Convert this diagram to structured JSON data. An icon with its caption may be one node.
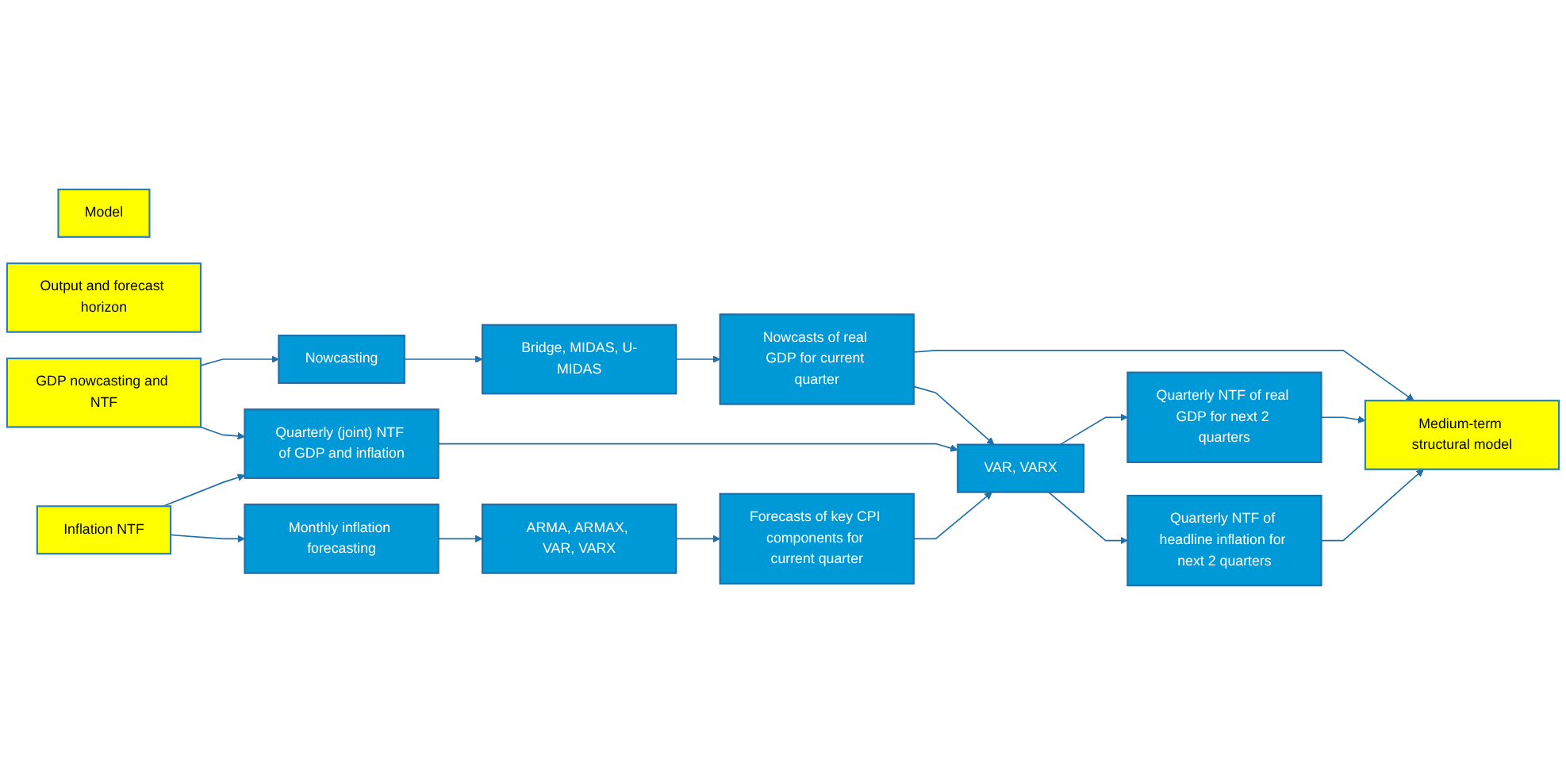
{
  "diagram": {
    "nodes": [
      {
        "text": [
          "Model"
        ]
      },
      {
        "text": [
          "Output and forecast horizon"
        ]
      },
      {
        "text": [
          "GDP nowcasting and NTF"
        ]
      },
      {
        "text": [
          "Inflation NTF"
        ]
      },
      {
        "text": [
          "Nowcasting"
        ]
      },
      {
        "text": [
          "Quarterly (joint) NTF of GDP and inflation"
        ]
      },
      {
        "text": [
          "Monthly inflation forecasting"
        ]
      },
      {
        "text": [
          "Bridge, MIDAS, U-MIDAS"
        ]
      },
      {
        "text": [
          "VAR, VARX"
        ]
      },
      {
        "text": [
          "ARMA, ARMAX, VAR, VARX"
        ]
      },
      {
        "text": [
          "Nowcasts of real GDP for current quarter"
        ]
      },
      {
        "text": [
          "Quarterly NTF of real GDP for next 2 quarters"
        ]
      },
      {
        "text": [
          "Quarterly NTF of headline inflation for next 2 quarters"
        ]
      },
      {
        "text": [
          "Forecasts of key CPI components for current quarter"
        ]
      },
      {
        "text": [
          "Medium-term structural model"
        ]
      }
    ],
    "edges": [
      {
        "from": 2,
        "to": 4,
        "arrow": "to"
      },
      {
        "from": 2,
        "to": 5,
        "arrow": "to"
      },
      {
        "from": 3,
        "to": 5,
        "arrow": "to"
      },
      {
        "from": 3,
        "to": 6,
        "arrow": "to"
      },
      {
        "from": 4,
        "to": 7,
        "arrow": "to"
      },
      {
        "from": 7,
        "to": 10,
        "arrow": "to"
      },
      {
        "from": 10,
        "to": 8,
        "arrow": "to"
      },
      {
        "from": 5,
        "to": 8,
        "arrow": "to"
      },
      {
        "from": 8,
        "to": 11,
        "arrow": "to"
      },
      {
        "from": 8,
        "to": 12,
        "arrow": "to"
      },
      {
        "from": 6,
        "to": 9,
        "arrow": "to"
      },
      {
        "from": 9,
        "to": 13,
        "arrow": "to"
      },
      {
        "from": 13,
        "to": 8,
        "arrow": "to"
      },
      {
        "from": 10,
        "to": 14,
        "arrow": "to"
      },
      {
        "from": 11,
        "to": 14,
        "arrow": "to"
      },
      {
        "from": 12,
        "to": 14,
        "arrow": "to"
      }
    ]
  }
}
